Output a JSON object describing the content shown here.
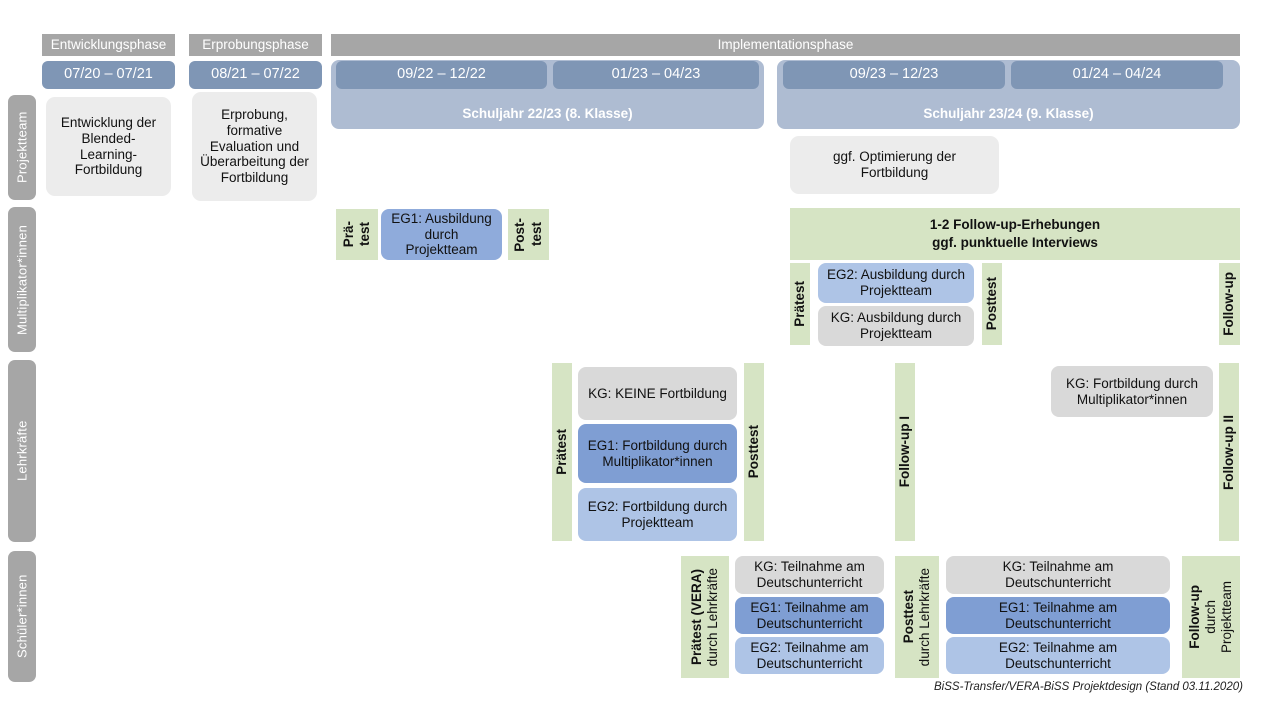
{
  "diagram": {
    "footer": "BiSS-Transfer/VERA-BiSS Projektdesign (Stand 03.11.2020)",
    "colors": {
      "phase_grey": "#a6a6a6",
      "date_blue": "#7f96b5",
      "schoolyear_blue": "#aebcd2",
      "green": "#d6e4c4",
      "grey_box": "#d9d9d9",
      "grey_box_light": "#ececec",
      "blue_dark": "#7f9ed3",
      "blue_mid": "#8fabdb",
      "blue_light": "#aec4e6"
    }
  },
  "phases": [
    {
      "label": "Entwicklungsphase"
    },
    {
      "label": "Erprobungsphase"
    },
    {
      "label": "Implementationsphase"
    }
  ],
  "periods": [
    {
      "label": "07/20 – 07/21"
    },
    {
      "label": "08/21 – 07/22"
    },
    {
      "label": "09/22 – 12/22"
    },
    {
      "label": "01/23 – 04/23"
    },
    {
      "label": "09/23 – 12/23"
    },
    {
      "label": "01/24 – 04/24"
    }
  ],
  "school_years": [
    {
      "label": "Schuljahr 22/23 (8. Klasse)"
    },
    {
      "label": "Schuljahr 23/24 (9. Klasse)"
    }
  ],
  "rows": [
    {
      "label": "Projektteam"
    },
    {
      "label": "Multiplikator*innen"
    },
    {
      "label": "Lehrkräfte"
    },
    {
      "label": "Schüler*innen"
    }
  ],
  "projektteam": {
    "entwicklung": "Entwicklung der Blended-Learning-Fortbildung",
    "erprobung": "Erprobung, formative Evaluation und Überarbeitung der Fortbildung",
    "optimierung": "ggf. Optimierung der Fortbildung"
  },
  "multiplikatoren": {
    "praetest_1_line1": "Prä-",
    "praetest_1_line2": "test",
    "eg1": "EG1: Ausbildung durch Projektteam",
    "posttest_1_line1": "Post-",
    "posttest_1_line2": "test",
    "followup_banner_line1": "1-2 Follow-up-Erhebungen",
    "followup_banner_line2": "ggf. punktuelle Interviews",
    "praetest_2": "Prätest",
    "eg2": "EG2: Ausbildung durch Projektteam",
    "kg": "KG: Ausbildung durch Projektteam",
    "posttest_2": "Posttest",
    "followup": "Follow-up"
  },
  "lehrkraefte": {
    "praetest": "Prätest",
    "kg": "KG:  KEINE Fortbildung",
    "eg1": "EG1: Fortbildung durch Multiplikator*innen",
    "eg2": "EG2: Fortbildung durch Projektteam",
    "posttest": "Posttest",
    "followup_1": "Follow-up I",
    "kg_followup": "KG: Fortbildung durch Multiplikator*innen",
    "followup_2": "Follow-up II"
  },
  "schueler": {
    "praetest_line1": "Prätest (VERA)",
    "praetest_line2": "durch Lehrkräfte",
    "kg_1": "KG: Teilnahme am Deutschunterricht",
    "eg1_1": "EG1: Teilnahme am Deutschunterricht",
    "eg2_1": "EG2: Teilnahme am Deutschunterricht",
    "posttest_line1": "Posttest",
    "posttest_line2": "durch Lehrkräfte",
    "kg_2": "KG: Teilnahme am Deutschunterricht",
    "eg1_2": "EG1: Teilnahme am Deutschunterricht",
    "eg2_2": "EG2: Teilnahme am Deutschunterricht",
    "followup_line1": "Follow-up",
    "followup_line2": "durch",
    "followup_line3": "Projektteam"
  }
}
